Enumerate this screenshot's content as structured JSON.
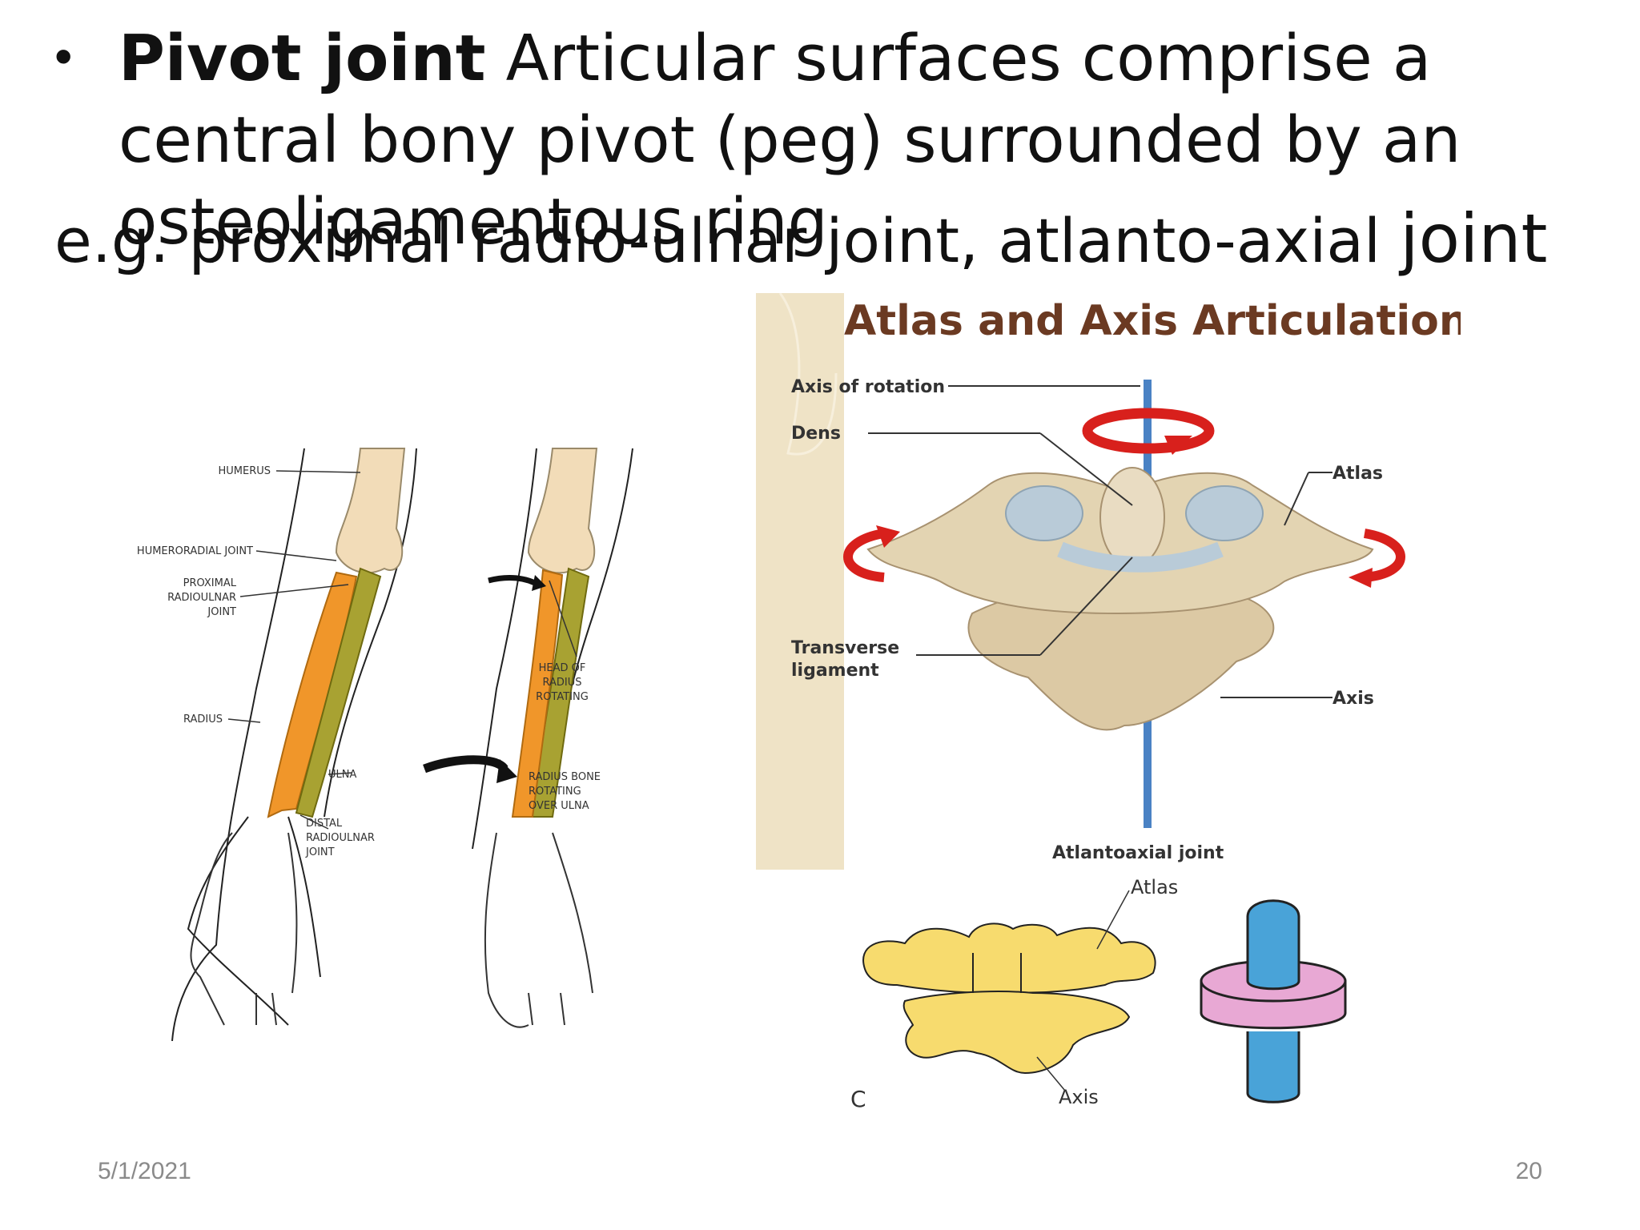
{
  "slide": {
    "bullet": {
      "term": "Pivot joint",
      "definition": " Articular surfaces comprise a central bony pivot (peg) surrounded by an osteoligamentous ring"
    },
    "example": {
      "prefix": "e.g. proximal radio-ulnar joint, atlanto-axial ",
      "suffix": "joint"
    },
    "forearm_figure": {
      "labels": {
        "humerus": "HUMERUS",
        "humeroradial": "HUMERORADIAL JOINT",
        "proximal1": "PROXIMAL",
        "proximal2": "RADIOULNAR",
        "proximal3": "JOINT",
        "radius": "RADIUS",
        "ulna": "ULNA",
        "distal1": "DISTAL",
        "distal2": "RADIOULNAR",
        "distal3": "JOINT",
        "head1": "HEAD OF",
        "head2": "RADIUS",
        "head3": "ROTATING",
        "rot1": "RADIUS BONE",
        "rot2": "ROTATING",
        "rot3": "OVER ULNA"
      },
      "colors": {
        "radius": "#f0962a",
        "ulna": "#a8a232",
        "humerus": "#f2dcb8"
      }
    },
    "atlas_figure": {
      "title": "Atlas and Axis Articulation",
      "labels": {
        "axis_of_rotation": "Axis of rotation",
        "dens": "Dens",
        "atlas": "Atlas",
        "transverse1": "Transverse",
        "transverse2": "ligament",
        "axis": "Axis",
        "atlantoaxial": "Atlantoaxial joint"
      },
      "colors": {
        "title": "#6b3a22",
        "arrow": "#d8201c",
        "bone": "#dcc9a4",
        "rod": "#4a82c4"
      }
    },
    "schematic_figure": {
      "labels": {
        "atlas": "Atlas",
        "axis": "Axis",
        "panel": "C"
      },
      "colors": {
        "bone": "#f7db6e",
        "ring": "#e8a8d4",
        "peg": "#49a3d8"
      }
    },
    "footer": {
      "date": "5/1/2021",
      "page": "20"
    }
  }
}
